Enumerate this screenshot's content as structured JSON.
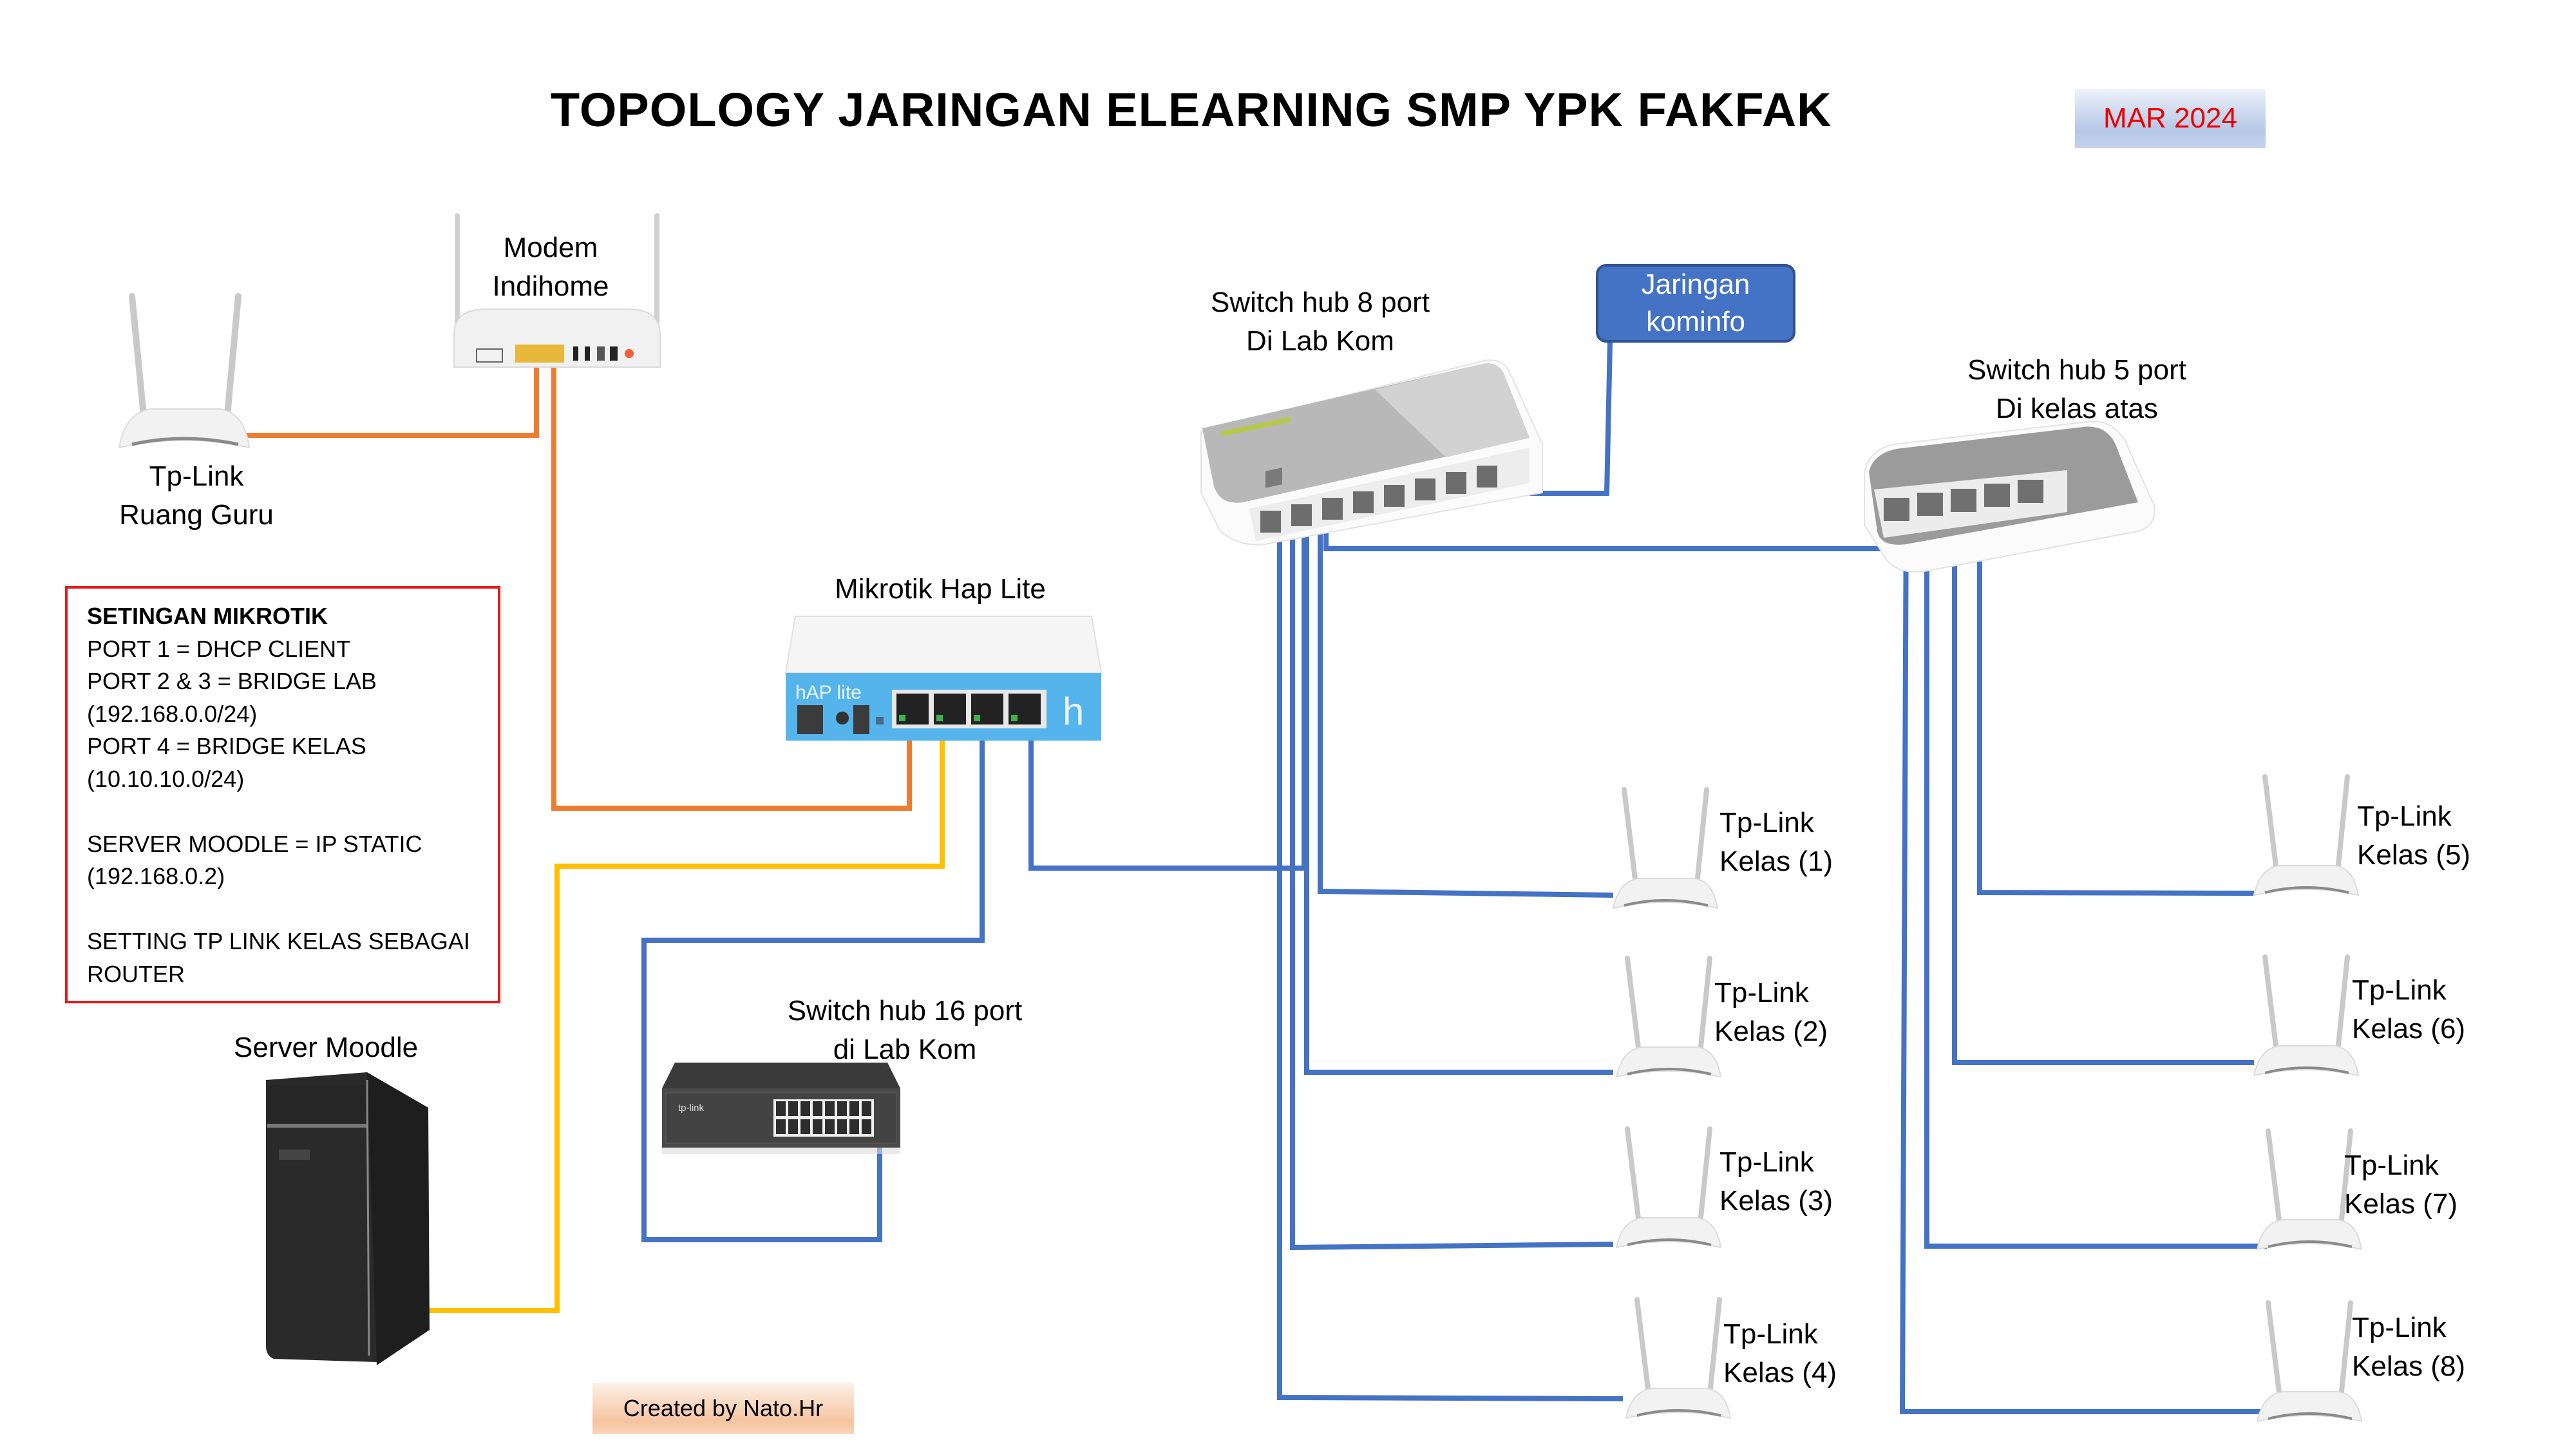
{
  "header": {
    "title": "TOPOLOGY JARINGAN  ELEARNING SMP YPK FAKFAK",
    "date_badge": "MAR 2024"
  },
  "colors": {
    "wan_orange": "#ed7d31",
    "lab_yellow": "#ffc000",
    "lan_blue": "#4472c4",
    "lan_light_blue": "#5b9bd5",
    "settings_border": "#e21b1b",
    "date_text": "#ee0000",
    "kominfo_fill": "#4472c4"
  },
  "devices": {
    "modem": {
      "line1": "Modem",
      "line2": "Indihome",
      "icon": "modem-icon"
    },
    "tplink_guru": {
      "line1": "Tp-Link",
      "line2": "Ruang Guru",
      "icon": "wifi-router-icon"
    },
    "mikrotik": {
      "label": "Mikrotik Hap Lite",
      "icon": "mikrotik-router-icon",
      "brand_text": "hAP lite"
    },
    "switch8": {
      "line1": "Switch hub 8 port",
      "line2": "Di Lab Kom",
      "icon": "switch-8-port-icon"
    },
    "switch5": {
      "line1": "Switch hub 5 port",
      "line2": "Di kelas atas",
      "icon": "switch-5-port-icon"
    },
    "switch16": {
      "line1": "Switch hub 16 port",
      "line2": "di Lab Kom",
      "icon": "switch-16-port-icon",
      "brand_text": "tp-link"
    },
    "server": {
      "label": "Server Moodle",
      "icon": "server-tower-icon"
    },
    "kominfo": {
      "line1": "Jaringan",
      "line2": "kominfo"
    }
  },
  "kelas_routers": [
    {
      "line1": "Tp-Link",
      "line2": "Kelas (1)"
    },
    {
      "line1": "Tp-Link",
      "line2": "Kelas (2)"
    },
    {
      "line1": "Tp-Link",
      "line2": "Kelas (3)"
    },
    {
      "line1": "Tp-Link",
      "line2": "Kelas (4)"
    },
    {
      "line1": "Tp-Link",
      "line2": "Kelas (5)"
    },
    {
      "line1": "Tp-Link",
      "line2": "Kelas (6)"
    },
    {
      "line1": "Tp-Link",
      "line2": "Kelas (7)"
    },
    {
      "line1": "Tp-Link",
      "line2": "Kelas (8)"
    }
  ],
  "settings": {
    "heading": "SETINGAN MIKROTIK",
    "lines": [
      "PORT 1 = DHCP CLIENT",
      "PORT 2 & 3 = BRIDGE LAB",
      "(192.168.0.0/24)",
      "PORT 4 = BRIDGE KELAS",
      "(10.10.10.0/24)",
      "",
      "SERVER MOODLE = IP STATIC",
      "(192.168.0.2)",
      "",
      "SETTING TP LINK KELAS SEBAGAI",
      "ROUTER"
    ]
  },
  "links": [
    {
      "from": "modem",
      "to": "tplink_guru",
      "color": "wan_orange"
    },
    {
      "from": "modem",
      "to": "mikrotik.port1",
      "color": "wan_orange"
    },
    {
      "from": "mikrotik.port2",
      "to": "server",
      "color": "lab_yellow"
    },
    {
      "from": "mikrotik.port3",
      "to": "switch16",
      "color": "lan_light_blue"
    },
    {
      "from": "mikrotik.port4",
      "to": "switch8",
      "color": "lan_blue"
    },
    {
      "from": "switch8",
      "to": "kominfo",
      "color": "lan_blue"
    },
    {
      "from": "switch8",
      "to": "switch5",
      "color": "lan_blue"
    },
    {
      "from": "switch8",
      "to": "kelas_1",
      "color": "lan_blue"
    },
    {
      "from": "switch8",
      "to": "kelas_2",
      "color": "lan_blue"
    },
    {
      "from": "switch8",
      "to": "kelas_3",
      "color": "lan_blue"
    },
    {
      "from": "switch8",
      "to": "kelas_4",
      "color": "lan_blue"
    },
    {
      "from": "switch5",
      "to": "kelas_5",
      "color": "lan_blue"
    },
    {
      "from": "switch5",
      "to": "kelas_6",
      "color": "lan_blue"
    },
    {
      "from": "switch5",
      "to": "kelas_7",
      "color": "lan_blue"
    },
    {
      "from": "switch5",
      "to": "kelas_8",
      "color": "lan_blue"
    }
  ],
  "footer": {
    "credit": "Created by Nato.Hr"
  }
}
